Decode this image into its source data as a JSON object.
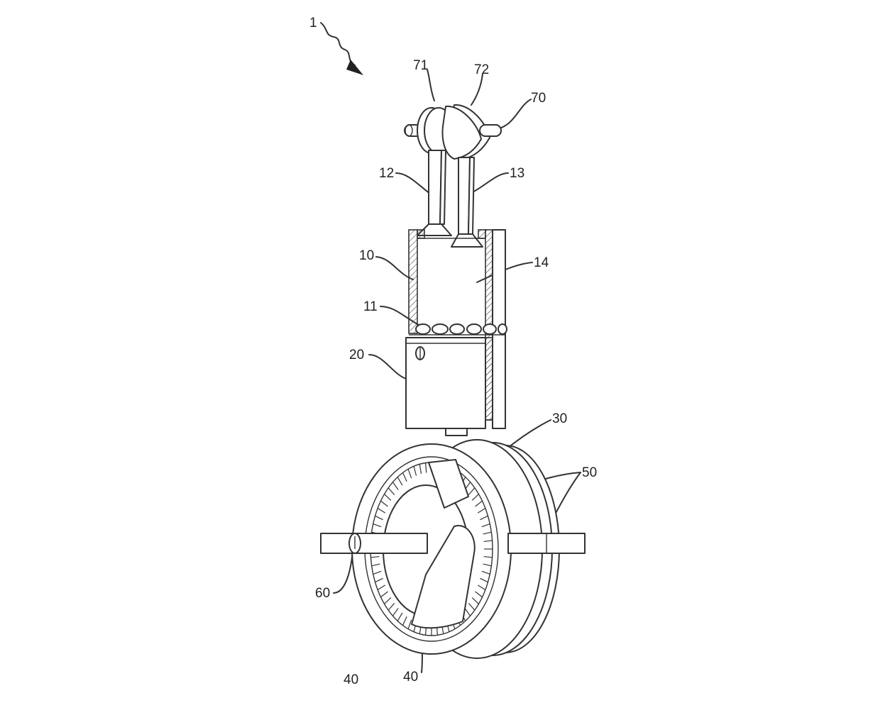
{
  "figure": {
    "labels": {
      "assembly": "1",
      "cylinder": "10",
      "balls": "11",
      "valve_left": "12",
      "valve_right": "13",
      "chamber": "14",
      "block": "20",
      "crank": "30",
      "gear": "40",
      "gear_cut": "40",
      "outer_rings": "50",
      "shaft": "60",
      "camshaft": "70",
      "cam_left": "71",
      "cam_right": "72"
    }
  }
}
